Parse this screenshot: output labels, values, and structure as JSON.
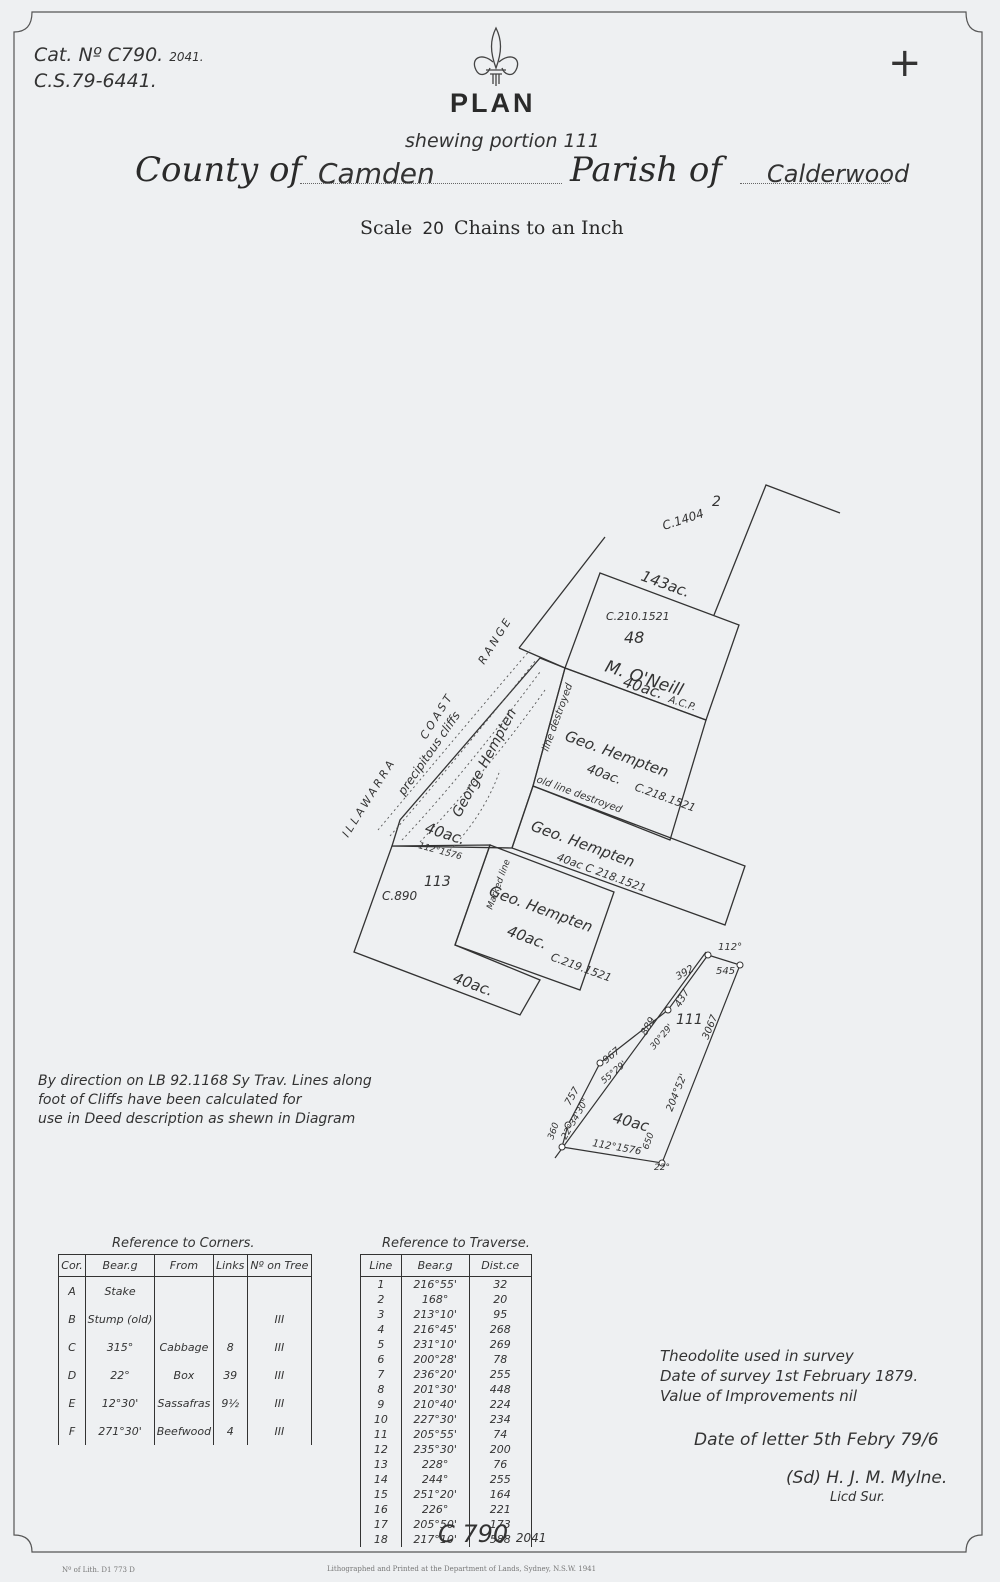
{
  "header": {
    "cat_no_line1": "Cat. Nº C790.",
    "cat_no_line1_suffix": "2041.",
    "cat_no_line2": "C.S.79-6441.",
    "mark": "+",
    "title": "PLAN",
    "showing": "shewing portion 111",
    "county_label": "County of",
    "county_value": "Camden",
    "parish_label": "Parish of",
    "parish_value": "Calderwood",
    "scale_pre": "Scale",
    "scale_value": "20",
    "scale_post": "Chains to an Inch"
  },
  "map": {
    "top_number": "2",
    "c1404": "C.1404",
    "ac143": "143ac.",
    "lot48_c": "C.210.1521",
    "lot48_no": "48",
    "lot48_owner": "M. O'Neill",
    "lot48_area": "40ac.",
    "lot48_acp": "A.C.P.",
    "hempten1_owner": "Geo. Hempten",
    "hempten1_area": "40ac.",
    "hempten1_c": "C.218.1521",
    "old_line": "old line destroyed",
    "hempten2_owner": "Geo. Hempten",
    "hempten2_area": "40ac C 218.1521",
    "hempten3_owner": "Geo. Hempten",
    "hempten3_area": "40ac.",
    "hempten3_c": "C.219.1521",
    "lot113_no": "113",
    "lot113_c": "C.890",
    "lot113_area": "40ac.",
    "range_l1": "ILLAWARRA",
    "range_l2": "COAST",
    "range_l3": "RANGE",
    "cliffs": "precipitous cliffs",
    "portion111_owner": "George Hempten",
    "portion111_area": "40ac.",
    "line_destroyed": "line destroyed",
    "p111_bearing": "112°1576",
    "marked_line": "Marked line",
    "diag_111": "111",
    "diag_area": "40ac",
    "diag_top_bearing": "112°",
    "diag_top_dist": "545",
    "diag_right": "204°52'",
    "diag_right_dist": "3067",
    "diag_bottom": "112°1576",
    "diag_650": "650",
    "diag_22": "22°",
    "diag_392": "392",
    "diag_437": "437",
    "diag_889": "889",
    "diag_3029": "30°29'",
    "diag_967": "967",
    "diag_5529": "55°29'",
    "diag_757": "757",
    "diag_2234": "22°34'30\"",
    "diag_360": "360"
  },
  "note": {
    "line1": "By direction on LB 92.1168 Sy Trav. Lines along",
    "line2": "foot of Cliffs have been calculated for",
    "line3": "use in Deed description as shewn in Diagram"
  },
  "corners": {
    "caption": "Reference to Corners.",
    "headers": [
      "Cor.",
      "Bear.g",
      "From",
      "Links",
      "Nº on Tree"
    ],
    "rows": [
      [
        "A",
        "Stake",
        "",
        "",
        ""
      ],
      [
        "B",
        "Stump (old)",
        "",
        "",
        "III"
      ],
      [
        "C",
        "315°",
        "Cabbage",
        "8",
        "III"
      ],
      [
        "D",
        "22°",
        "Box",
        "39",
        "III"
      ],
      [
        "E",
        "12°30'",
        "Sassafras",
        "9½",
        "III"
      ],
      [
        "F",
        "271°30'",
        "Beefwood",
        "4",
        "III"
      ]
    ]
  },
  "traverse": {
    "caption": "Reference to Traverse.",
    "headers": [
      "Line",
      "Bear.g",
      "Dist.ce"
    ],
    "rows": [
      [
        "1",
        "216°55'",
        "32"
      ],
      [
        "2",
        "168°",
        "20"
      ],
      [
        "3",
        "213°10'",
        "95"
      ],
      [
        "4",
        "216°45'",
        "268"
      ],
      [
        "5",
        "231°10'",
        "269"
      ],
      [
        "6",
        "200°28'",
        "78"
      ],
      [
        "7",
        "236°20'",
        "255"
      ],
      [
        "8",
        "201°30'",
        "448"
      ],
      [
        "9",
        "210°40'",
        "224"
      ],
      [
        "10",
        "227°30'",
        "234"
      ],
      [
        "11",
        "205°55'",
        "74"
      ],
      [
        "12",
        "235°30'",
        "200"
      ],
      [
        "13",
        "228°",
        "76"
      ],
      [
        "14",
        "244°",
        "255"
      ],
      [
        "15",
        "251°20'",
        "164"
      ],
      [
        "16",
        "226°",
        "221"
      ],
      [
        "17",
        "205°50'",
        "173"
      ],
      [
        "18",
        "217°10'",
        "588"
      ]
    ]
  },
  "survey": {
    "line1": "Theodolite used in survey",
    "line2": "Date of survey 1st February 1879.",
    "line3": "Value of Improvements nil",
    "letter": "Date of letter 5th Febry 79/6",
    "signed": "(Sd) H. J. M. Mylne.",
    "lic": "Licd Sur."
  },
  "footer": {
    "cat": "C 790",
    "cat_suffix": "2041",
    "printer": "Lithographed and Printed at the Department of Lands, Sydney, N.S.W. 1941",
    "lith_no": "Nº of Lith. D1 773 D"
  },
  "colors": {
    "paper": "#eef0f2",
    "ink": "#2a2a2a"
  }
}
